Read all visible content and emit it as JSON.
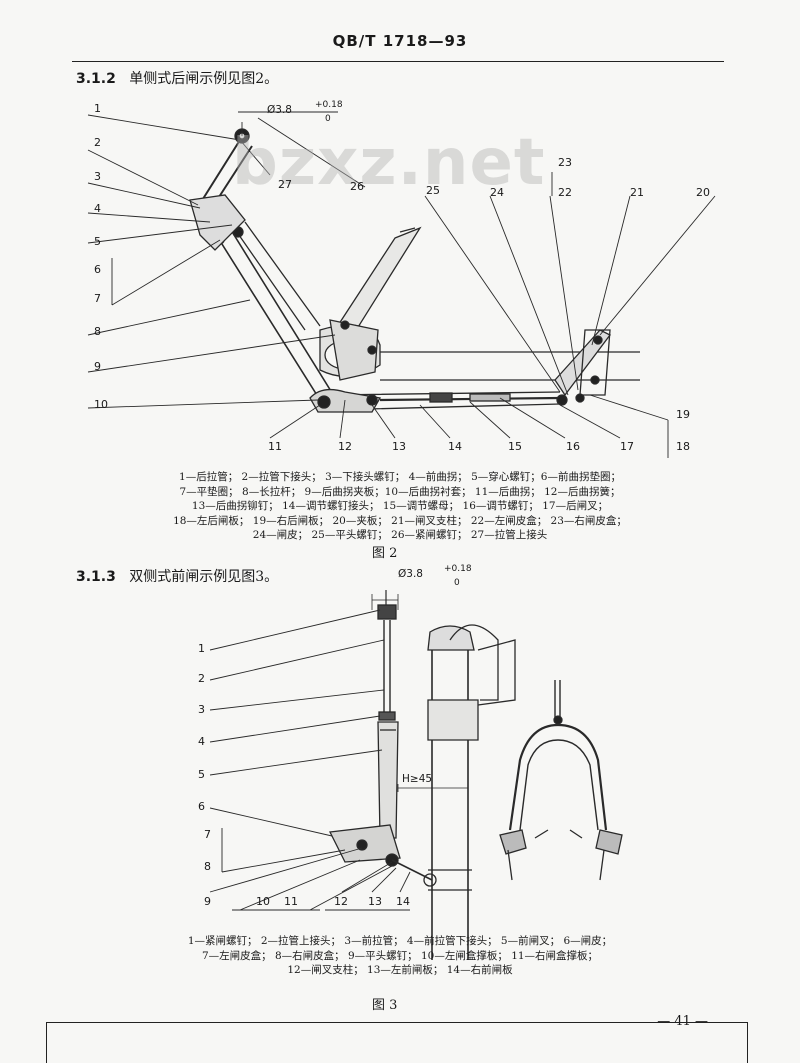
{
  "header": {
    "standard_code": "QB/T 1718—93"
  },
  "watermark": "bzxz.net",
  "section_312": {
    "num": "3.1.2",
    "title": "单侧式后闸示例见图2。"
  },
  "fig2": {
    "dim_top": "Ø3.8",
    "dim_sup": "+0.18",
    "dim_sub": "0",
    "callouts": [
      "1",
      "2",
      "3",
      "4",
      "5",
      "6",
      "7",
      "8",
      "9",
      "10",
      "11",
      "12",
      "13",
      "14",
      "15",
      "16",
      "17",
      "18",
      "19",
      "20",
      "21",
      "22",
      "23",
      "24",
      "25",
      "26",
      "27"
    ],
    "legend_lines": [
      "1—后拉管；  2—拉管下接头；  3—下接头螺钉；  4—前曲拐；  5—穿心螺钉；6—前曲拐垫圈；",
      "7—平垫圈；  8—长拉杆；  9—后曲拐夹板；10—后曲拐衬套；  11—后曲拐；  12—后曲拐簧；",
      "13—后曲拐铆钉；  14—调节螺钉接头；  15—调节螺母；  16—调节螺钉；  17—后闸叉；",
      "18—左后闸板；  19—右后闸板；  20—夹板；  21—闸叉支柱；  22—左闸皮盒；  23—右闸皮盒；",
      "24—闸皮；  25—平头螺钉；  26—紧闸螺钉；  27—拉管上接头"
    ],
    "caption": "图    2"
  },
  "section_313": {
    "num": "3.1.3",
    "title": "双侧式前闸示例见图3。"
  },
  "fig3": {
    "dim_top": "Ø3.8",
    "dim_sup": "+0.18",
    "dim_sub": "0",
    "dim_h": "H≥45",
    "callouts": [
      "1",
      "2",
      "3",
      "4",
      "5",
      "6",
      "7",
      "8",
      "9",
      "10",
      "11",
      "12",
      "13",
      "14"
    ],
    "legend_lines": [
      "1—紧闸螺钉；  2—拉管上接头；  3—前拉管；  4—前拉管下接头；  5—前闸叉；  6—闸皮；",
      "7—左闸皮盒；  8—右闸皮盒；  9—平头螺钉；  10—左闸盒撑板；  11—右闸盒撑板；",
      "12—闸叉支柱；  13—左前闸板；  14—右前闸板"
    ],
    "caption": "图    3"
  },
  "page_number": "— 41 —"
}
